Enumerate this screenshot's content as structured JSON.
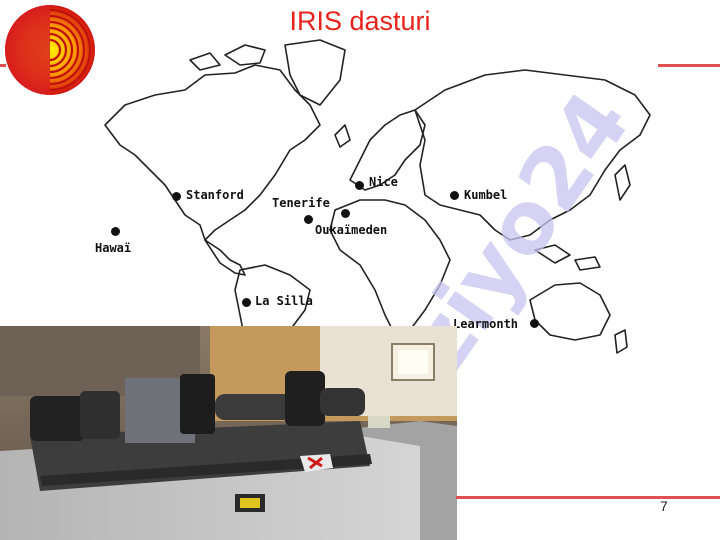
{
  "slide": {
    "title": "IRIS dasturi",
    "page_number": "7"
  },
  "map": {
    "watermark_text": "ziyo24",
    "cities": [
      {
        "label": "Stanford"
      },
      {
        "label": "Hawaï"
      },
      {
        "label": "Tenerife"
      },
      {
        "label": "Nice"
      },
      {
        "label": "Oukaïmeden"
      },
      {
        "label": "Kumbel"
      },
      {
        "label": "La Silla"
      },
      {
        "label": "Learmonth"
      }
    ]
  },
  "colors": {
    "title": "#e8231c",
    "rule": "#e05050",
    "watermark": "#c9c3f0"
  }
}
